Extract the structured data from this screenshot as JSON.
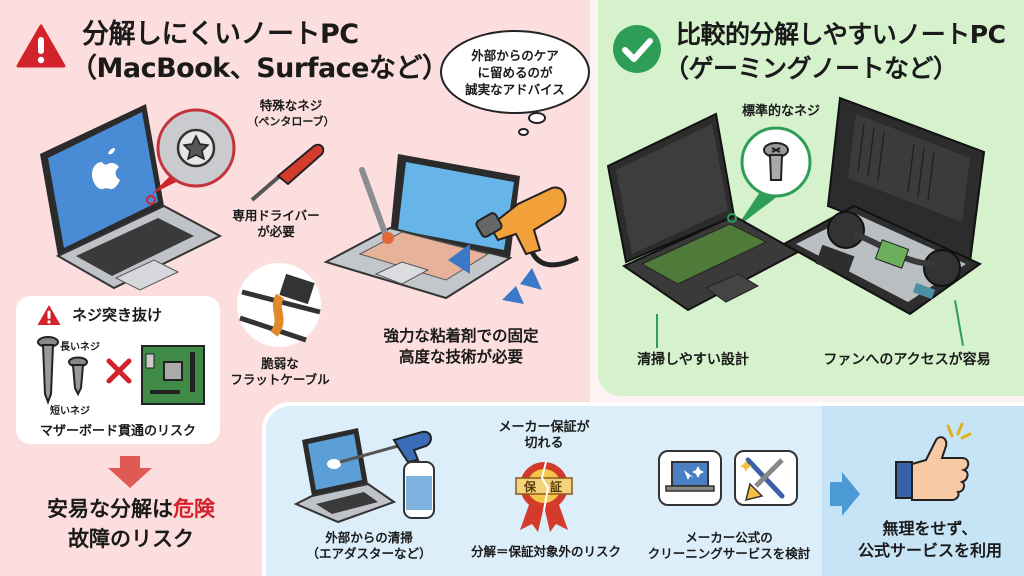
{
  "left_panel": {
    "title_line1": "分解しにくいノートPC",
    "title_line2": "（MacBook、Surfaceなど）",
    "icon": "warning-triangle-icon",
    "bg_color": "#fbdedd",
    "accent_color": "#d3222b",
    "screw_label_line1": "特殊なネジ",
    "screw_label_line2": "（ペンタローブ）",
    "driver_label_line1": "専用ドライバー",
    "driver_label_line2": "が必要",
    "thought_bubble_line1": "外部からのケア",
    "thought_bubble_line2": "に留めるのが",
    "thought_bubble_line3": "誠実なアドバイス",
    "adhesive_line1": "強力な粘着剤での固定",
    "adhesive_line2": "高度な技術が必要",
    "cable_line1": "脆弱な",
    "cable_line2": "フラットケーブル",
    "screw_box": {
      "heading": "ネジ突き抜け",
      "long_screw": "長いネジ",
      "short_screw": "短いネジ",
      "caption": "マザーボード貫通のリスク"
    },
    "conclusion_prefix": "安易な分解は",
    "conclusion_danger": "危険",
    "conclusion_line2": "故障のリスク"
  },
  "right_panel": {
    "title_line1": "比較的分解しやすいノートPC",
    "title_line2": "（ゲーミングノートなど）",
    "icon": "check-circle-icon",
    "bg_color": "#d6f2cc",
    "accent_color": "#2e9e57",
    "screw_label": "標準的なネジ",
    "left_caption": "清掃しやすい設計",
    "right_caption": "ファンへのアクセスが容易"
  },
  "bottom_panel": {
    "bg_color": "#dbeefa",
    "air_duster_line1": "外部からの清掃",
    "air_duster_line2": "（エアダスターなど）",
    "warranty_top_line1": "メーカー保証が",
    "warranty_top_line2": "切れる",
    "warranty_badge_left": "保",
    "warranty_badge_right": "証",
    "warranty_caption": "分解＝保証対象外のリスク",
    "official_line1": "メーカー公式の",
    "official_line2": "クリーニングサービスを検討",
    "final_line1": "無理をせず、",
    "final_line2": "公式サービスを利用"
  }
}
